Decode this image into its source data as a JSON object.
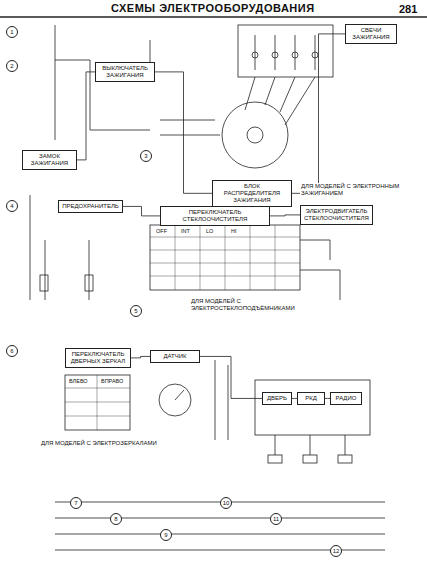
{
  "diagram": {
    "title": "СХЕМЫ ЭЛЕКТРООБОРУДОВАНИЯ",
    "nodes": [
      {
        "text": [
          "ЗАМОК ЗАЖИГАНИЯ"
        ]
      },
      {
        "text": [
          "ВЫКЛЮЧАТЕЛЬ ЗАЖИГАНИЯ"
        ]
      },
      {
        "text": [
          "БЛОК РАСПРЕДЕЛИТЕЛЯ ЗАЖИГАНИЯ"
        ]
      },
      {
        "text": [
          "СВЕЧИ ЗАЖИГАНИЯ"
        ]
      },
      {
        "text": [
          "ПЕРЕКЛЮЧАТЕЛЬ СТЕКЛООЧИСТИТЕЛЯ"
        ]
      },
      {
        "text": [
          "ЭЛЕКТРОДВИГАТЕЛЬ СТЕКЛООЧИСТИТЕЛЯ"
        ]
      },
      {
        "text": [
          "ПРЕДОХРАНИТЕЛЬ"
        ]
      },
      {
        "text": [
          "ДАТЧИК"
        ]
      },
      {
        "text": [
          "ДВЕРЬ"
        ]
      },
      {
        "text": [
          "РКД"
        ]
      },
      {
        "text": [
          "РАДИО"
        ]
      },
      {
        "text": [
          "ПЕРЕКЛЮЧАТЕЛЬ ДВЕРНЫХ ЗЕРКАЛ"
        ]
      }
    ],
    "edges": [
      {
        "from": 0,
        "to": 1,
        "arrow": "none"
      },
      {
        "from": 1,
        "to": 2,
        "arrow": "none"
      },
      {
        "from": 2,
        "to": 3,
        "arrow": "none"
      },
      {
        "from": 6,
        "to": 4,
        "arrow": "none"
      },
      {
        "from": 4,
        "to": 5,
        "arrow": "none"
      },
      {
        "from": 11,
        "to": 7,
        "arrow": "none"
      },
      {
        "from": 7,
        "to": 8,
        "arrow": "none"
      },
      {
        "from": 8,
        "to": 9,
        "arrow": "none"
      },
      {
        "from": 9,
        "to": 10,
        "arrow": "none"
      }
    ],
    "labels": [
      "281",
      "ДЛЯ МОДЕЛЕЙ С ЭЛЕКТРОННЫМ ЗАЖИГАНИЕМ",
      "ДЛЯ МОДЕЛЕЙ С ЭЛЕКТРОСТЕКЛОПОДЪЁМНИКАМИ",
      "ДЛЯ МОДЕЛЕЙ С ЭЛЕКТРОЗЕРКАЛАМИ",
      "OFF",
      "INT",
      "LO",
      "HI",
      "ВЛЕВО",
      "ВПРАВО",
      "1",
      "2",
      "3",
      "4",
      "5",
      "6",
      "7",
      "8",
      "9",
      "10",
      "11",
      "12"
    ]
  }
}
